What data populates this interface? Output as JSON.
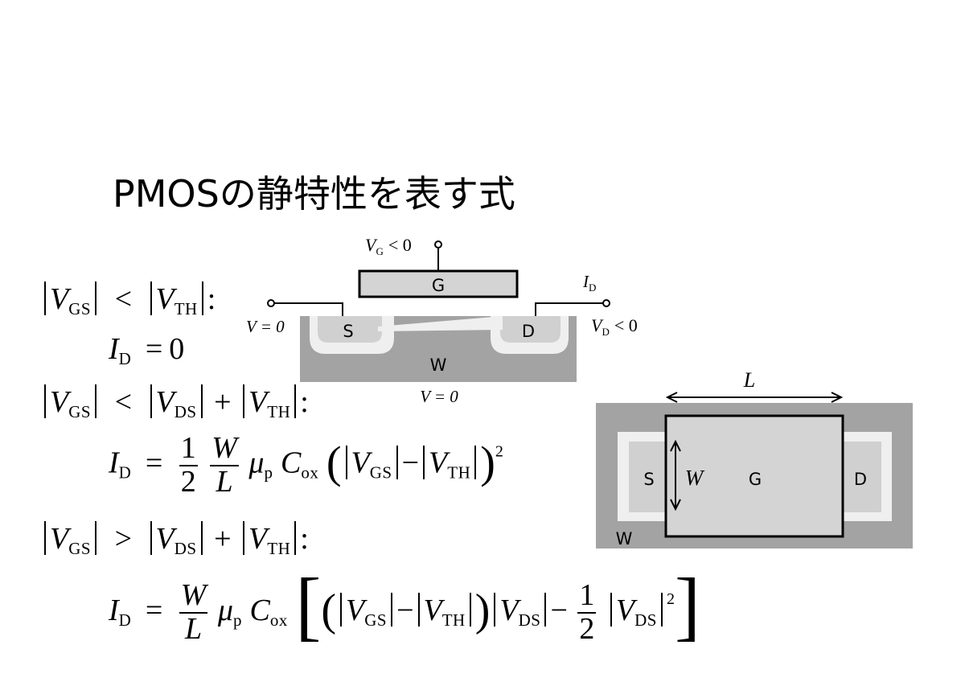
{
  "title": "PMOSの静特性を表す式",
  "symbols": {
    "V": "V",
    "I": "I",
    "W": "W",
    "L": "L",
    "mu": "μ",
    "C": "C",
    "GS": "GS",
    "DS": "DS",
    "TH": "TH",
    "D": "D",
    "p": "p",
    "ox": "ox",
    "lt": "<",
    "gt": ">",
    "plus": "+",
    "minus": "−",
    "eq": "=",
    "colon": ":",
    "zero": "0",
    "one": "1",
    "two": "2",
    "lparen": "(",
    "rparen": ")",
    "lbracket": "[",
    "rbracket": "]"
  },
  "cross_section": {
    "gate_voltage": "V_G < 0",
    "gate_voltage_parts": {
      "V": "V",
      "sub": "G",
      "rest": "< 0"
    },
    "gate_label": "G",
    "source_label": "S",
    "drain_label": "D",
    "well_label": "W",
    "source_voltage": "V = 0",
    "drain_current_parts": {
      "I": "I",
      "sub": "D"
    },
    "drain_voltage_parts": {
      "V": "V",
      "sub": "D",
      "rest": "< 0"
    },
    "substrate_voltage": "V = 0"
  },
  "top_view": {
    "length_label": "L",
    "width_label": "W",
    "source_label": "S",
    "gate_label": "G",
    "drain_label": "D",
    "well_label": "W"
  },
  "colors": {
    "well": "#a3a3a3",
    "gate": "#d4d4d4",
    "active_outer": "#efefef",
    "active_inner": "#d0d0d0"
  }
}
